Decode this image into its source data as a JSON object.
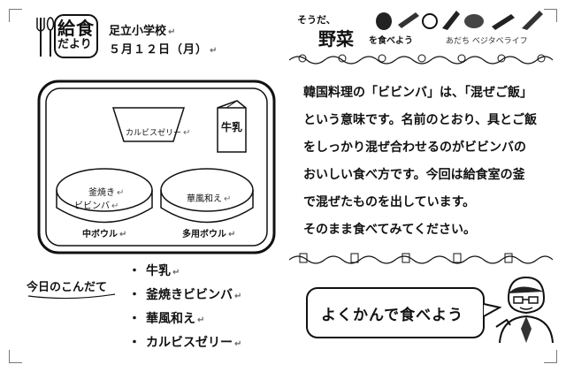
{
  "header": {
    "logo_title": "給食",
    "logo_subtitle": "だより",
    "school": "足立小学校",
    "date": "５月１２日（月）"
  },
  "tray": {
    "jelly": "カルビスゼリー",
    "milk": "牛乳",
    "bowl_left_text_1": "釜焼き",
    "bowl_left_text_2": "ビビンバ",
    "bowl_left_label": "中ボウル",
    "bowl_right_text": "華風和え",
    "bowl_right_label": "多用ボウル"
  },
  "menu": {
    "title": "今日のこんだて",
    "items": [
      "牛乳",
      "釜焼きビビンバ",
      "華風和え",
      "カルビスゼリー"
    ],
    "bullet": "・"
  },
  "banner": {
    "small": "そうだ、",
    "main": "野菜",
    "sub": "を食べよう",
    "brand": "あだち ベジタベライフ"
  },
  "article": {
    "lines": [
      "韓国料理の「ビビンバ」は、「混ぜご飯」",
      "という意味です。名前のとおり、具とご飯",
      "をしっかり混ぜ合わせるのがビビンバの",
      "おいしい食べ方です。今回は給食室の釜",
      "で混ぜたものを出しています。",
      "そのまま食べてみてください。"
    ]
  },
  "bubble": {
    "text": "よくかんで食べよう"
  },
  "colors": {
    "ink": "#111111",
    "paper": "#ffffff",
    "gray": "#777777"
  }
}
